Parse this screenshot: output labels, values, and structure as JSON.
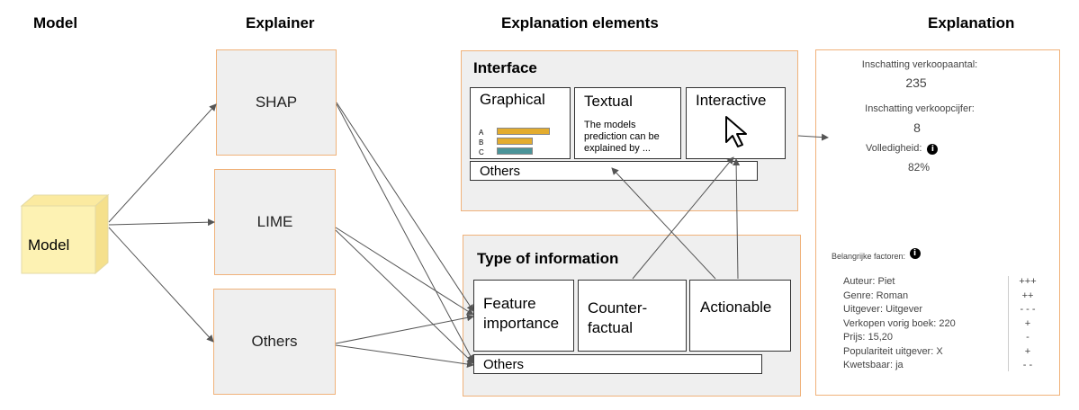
{
  "headers": {
    "model": "Model",
    "explainer": "Explainer",
    "elements": "Explanation elements",
    "explanation": "Explanation"
  },
  "model": {
    "label": "Model"
  },
  "explainers": [
    "SHAP",
    "LIME",
    "Others"
  ],
  "interface": {
    "title": "Interface",
    "graphical": {
      "label": "Graphical",
      "bar_labels": [
        "A",
        "B",
        "C"
      ],
      "bar_colors": [
        "#e3ac2e",
        "#e3ac2e",
        "#4a9499"
      ]
    },
    "textual": {
      "label": "Textual",
      "text": [
        "The models",
        "prediction can be",
        "explained by ..."
      ]
    },
    "interactive": {
      "label": "Interactive"
    },
    "others": "Others"
  },
  "type_of_information": {
    "title": "Type of information",
    "feature_importance": [
      "Feature",
      "importance"
    ],
    "counterfactual": [
      "Counter-",
      "factual"
    ],
    "actionable": "Actionable",
    "others": "Others"
  },
  "explanation": {
    "sales_label": "Inschatting verkoopaantal:",
    "sales_value": "235",
    "score_label": "Inschatting verkoopcijfer:",
    "score_value": "8",
    "completeness_label": "Volledigheid:",
    "completeness_value": "82%",
    "factors_label": "Belangrijke factoren:",
    "factors": [
      {
        "name": "Auteur: Piet",
        "value": "+++"
      },
      {
        "name": "Genre: Roman",
        "value": "++"
      },
      {
        "name": "Uitgever: Uitgever",
        "value": "- - -"
      },
      {
        "name": "Verkopen vorig boek: 220",
        "value": "+"
      },
      {
        "name": "Prijs: 15,20",
        "value": "-"
      },
      {
        "name": "Populariteit uitgever: X",
        "value": "+"
      },
      {
        "name": "Kwetsbaar: ja",
        "value": "- -"
      }
    ],
    "info_icon": "info-icon"
  },
  "colors": {
    "border": "#f0b27a",
    "panel": "#efefef",
    "cube_front": "#fdf2b3"
  }
}
